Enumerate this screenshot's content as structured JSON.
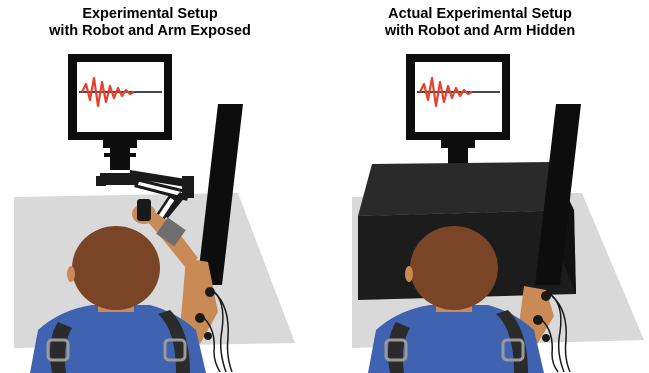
{
  "panels": [
    {
      "title_line1": "Experimental Setup",
      "title_line2": "with Robot and Arm Exposed"
    },
    {
      "title_line1": "Actual Experimental Setup",
      "title_line2": "with Robot and Arm Hidden"
    }
  ],
  "colors": {
    "table": "#d9d9d9",
    "monitor": "#0d0d0d",
    "trace": "#e8402a",
    "hair": "#7a4426",
    "skin": "#c98a55",
    "shirt": "#3f63b0",
    "strap": "#2b2b2b",
    "cover_box": "#1c1c1c"
  },
  "icons": {
    "monitor": "monitor-icon",
    "robot": "robot-manipulandum-icon",
    "person": "participant-icon",
    "occluder": "occluding-box-icon"
  }
}
